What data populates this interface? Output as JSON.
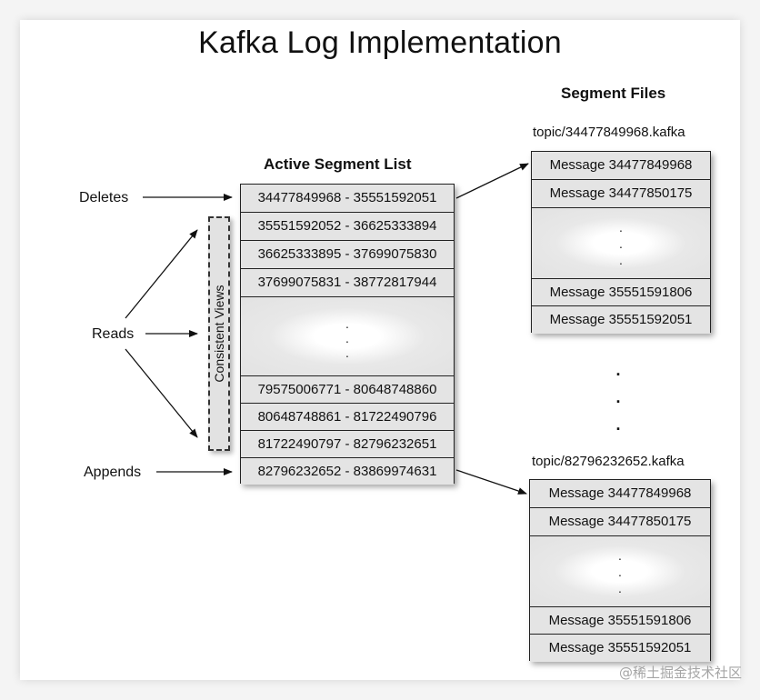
{
  "title": "Kafka Log Implementation",
  "active_segment_list": {
    "heading": "Active Segment List",
    "entries": [
      "34477849968 - 35551592051",
      "35551592052 - 36625333894",
      "36625333895 - 37699075830",
      "37699075831 - 38772817944",
      "79575006771 - 80648748860",
      "80648748861 - 81722490796",
      "81722490797 - 82796232651",
      "82796232652 - 83869974631"
    ]
  },
  "operations": {
    "deletes": "Deletes",
    "reads": "Reads",
    "appends": "Appends",
    "consistent_views": "Consistent Views"
  },
  "segment_files": {
    "heading": "Segment Files",
    "files": [
      {
        "name": "topic/34477849968.kafka",
        "messages": [
          "Message 34477849968",
          "Message 34477850175",
          "Message 35551591806",
          "Message 35551592051"
        ]
      },
      {
        "name": "topic/82796232652.kafka",
        "messages": [
          "Message 34477849968",
          "Message 34477850175",
          "Message 35551591806",
          "Message 35551592051"
        ]
      }
    ]
  },
  "watermark": "@稀土掘金技术社区"
}
